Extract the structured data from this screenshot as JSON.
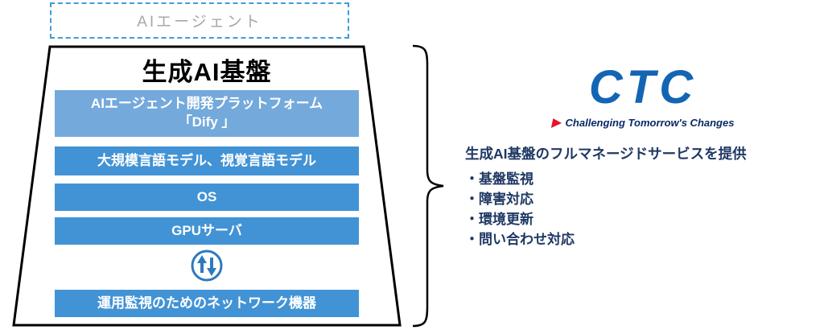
{
  "agent_box": {
    "label": "AIエージェント"
  },
  "platform": {
    "title": "生成AI基盤",
    "layers": [
      {
        "label": "AIエージェント開発プラットフォーム\n「Dify 」"
      },
      {
        "label": "大規模言語モデル、視覚言語モデル"
      },
      {
        "label": "OS"
      },
      {
        "label": "GPUサーバ"
      },
      {
        "label": "運用監視のためのネットワーク機器"
      }
    ],
    "icon": "up-down-transfer-icon"
  },
  "logo": {
    "wordmark": "CTC",
    "tagline": "Challenging Tomorrow's Changes",
    "flag_icon": "red-flag-icon"
  },
  "services": {
    "heading": "生成AI基盤のフルマネージドサービスを提供",
    "items": [
      "・基盤監視",
      "・障害対応",
      "・環境更新",
      "・問い合わせ対応"
    ]
  },
  "colors": {
    "bar_main": "#4293D5",
    "bar_light": "#74A9DC",
    "dashed_border": "#3F9BD8",
    "agent_text": "#A8A8A8",
    "ctc_blue": "#1365B4",
    "ctc_red": "#E8112D",
    "text_dark": "#1F3864",
    "outline": "#000000"
  }
}
